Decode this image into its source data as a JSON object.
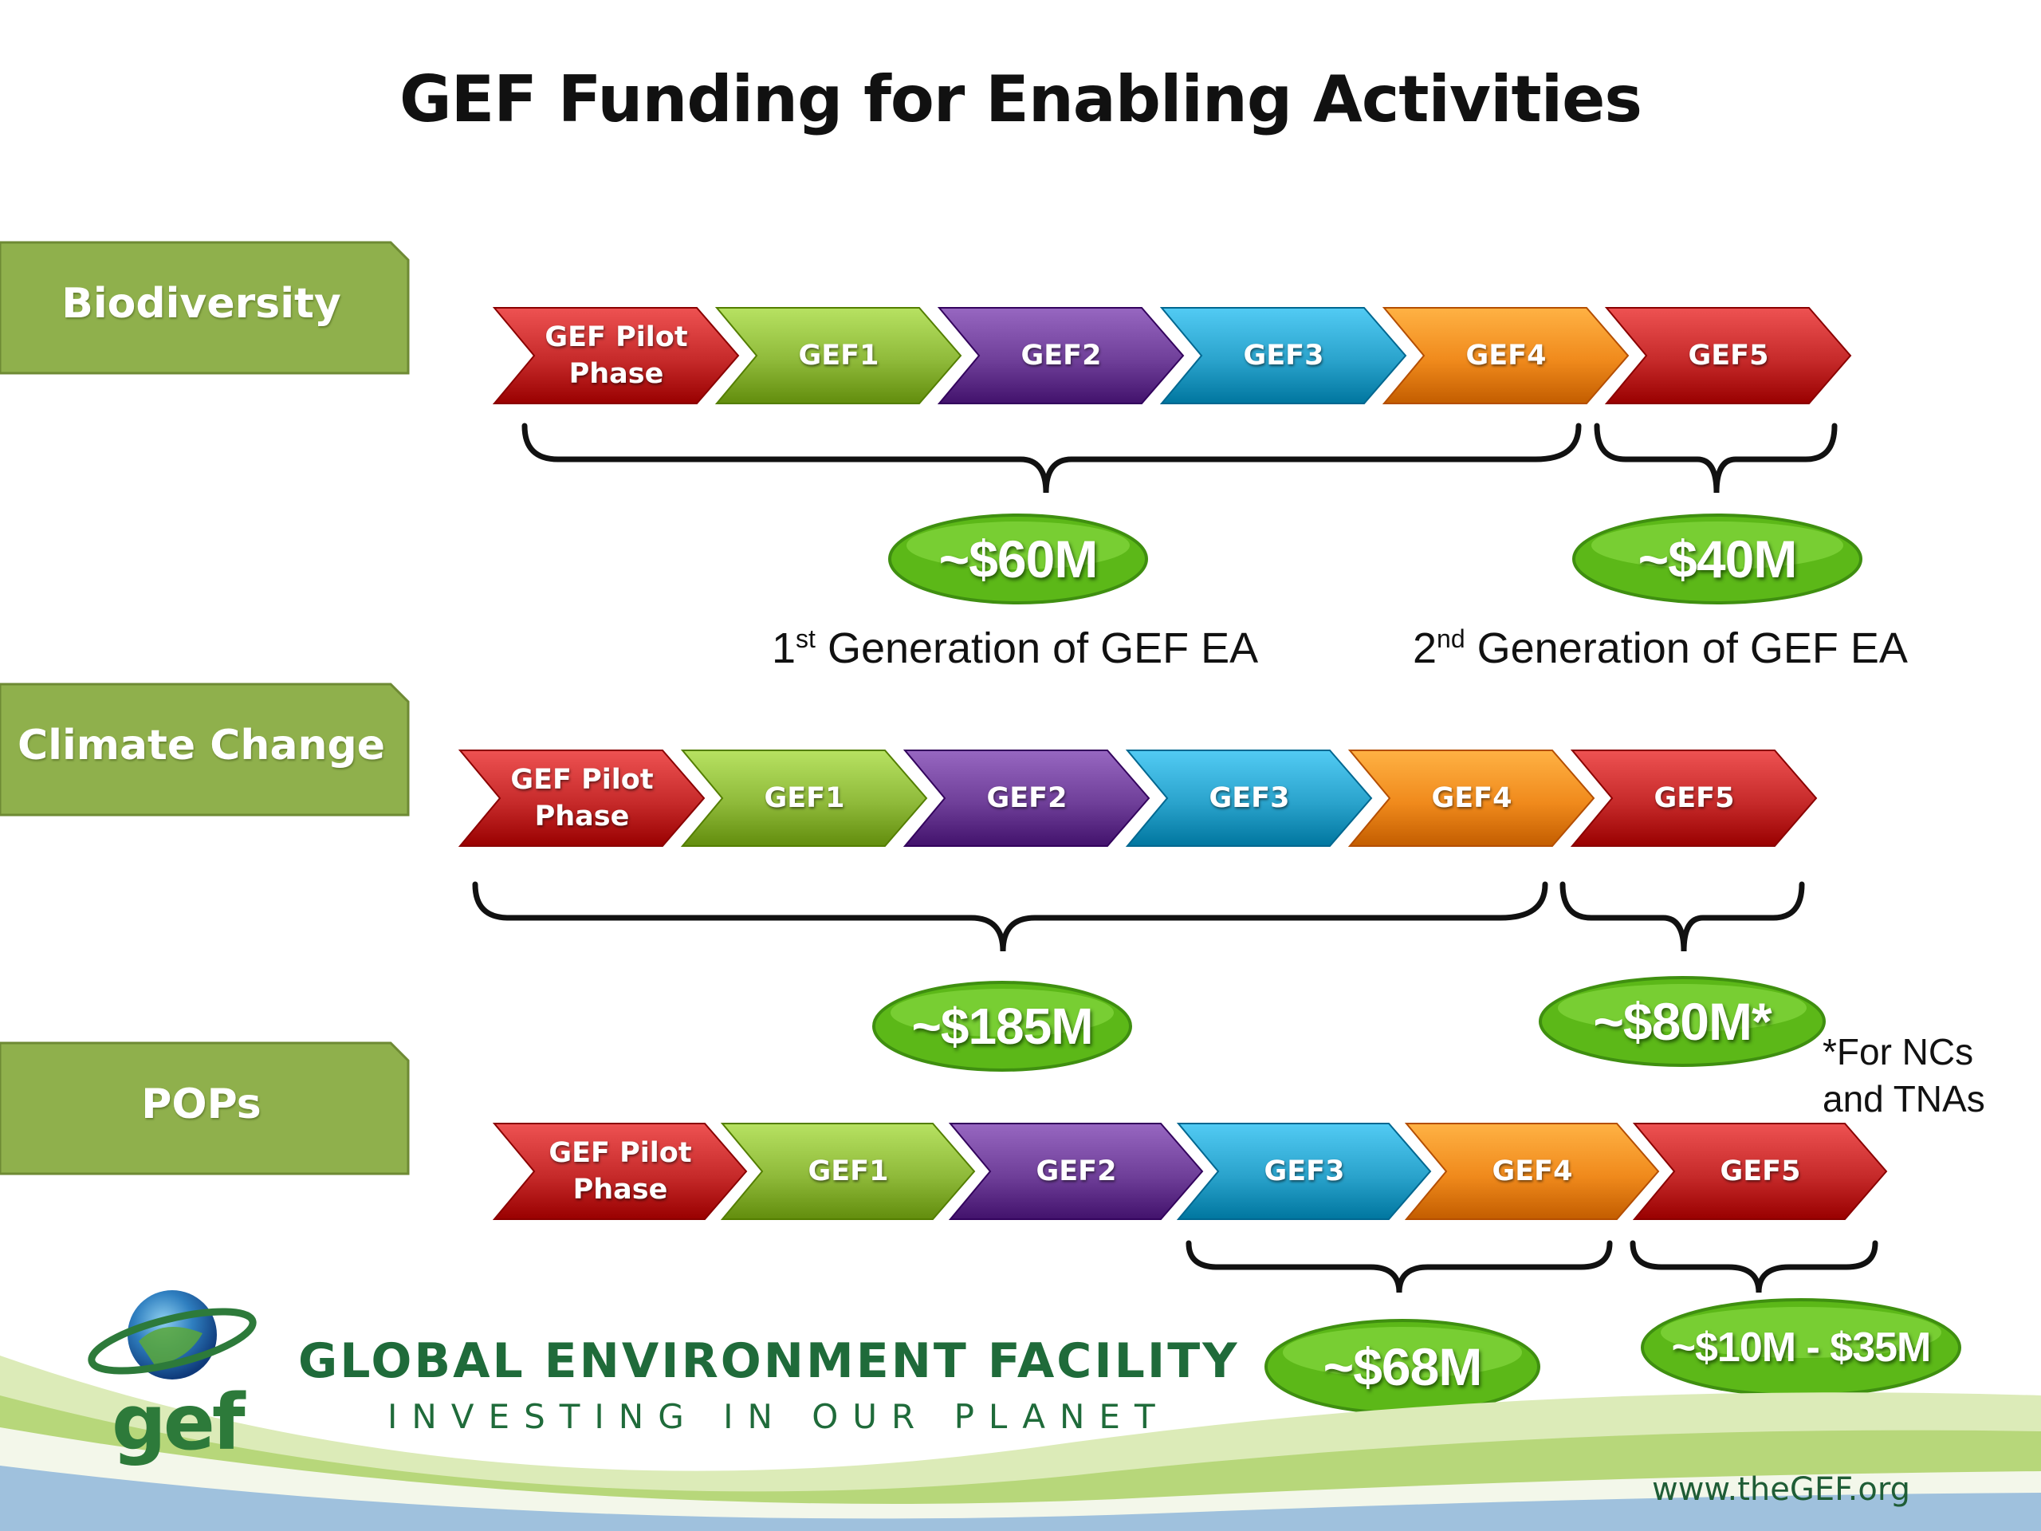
{
  "title": "GEF Funding for Enabling Activities",
  "colors": {
    "red": "#c62a2a",
    "green": "#8fba3a",
    "purple": "#6f3f99",
    "cyan": "#2aa3cc",
    "orange": "#f08a1c",
    "category_tab": "#8fb04c",
    "pill": "#6fcd22",
    "brand_green": "#1f6b3a"
  },
  "rows": [
    {
      "category": "Biodiversity",
      "phases": [
        {
          "label": "GEF Pilot\nPhase",
          "color": "red"
        },
        {
          "label": "GEF1",
          "color": "green"
        },
        {
          "label": "GEF2",
          "color": "purple"
        },
        {
          "label": "GEF3",
          "color": "cyan"
        },
        {
          "label": "GEF4",
          "color": "orange"
        },
        {
          "label": "GEF5",
          "color": "red"
        }
      ],
      "amounts": [
        "~$60M",
        "~$40M"
      ]
    },
    {
      "category": "Climate Change",
      "phases": [
        {
          "label": "GEF Pilot\nPhase",
          "color": "red"
        },
        {
          "label": "GEF1",
          "color": "green"
        },
        {
          "label": "GEF2",
          "color": "purple"
        },
        {
          "label": "GEF3",
          "color": "cyan"
        },
        {
          "label": "GEF4",
          "color": "orange"
        },
        {
          "label": "GEF5",
          "color": "red"
        }
      ],
      "amounts": [
        "~$185M",
        "~$80M*"
      ]
    },
    {
      "category": "POPs",
      "phases": [
        {
          "label": "GEF Pilot\nPhase",
          "color": "red"
        },
        {
          "label": "GEF1",
          "color": "green"
        },
        {
          "label": "GEF2",
          "color": "purple"
        },
        {
          "label": "GEF3",
          "color": "cyan"
        },
        {
          "label": "GEF4",
          "color": "orange"
        },
        {
          "label": "GEF5",
          "color": "red"
        }
      ],
      "amounts": [
        "~$68M",
        "~$10M - $35M"
      ]
    }
  ],
  "generations": {
    "first_num": "1",
    "first_sup": "st",
    "first_text": " Generation of GEF EA",
    "second_num": "2",
    "second_sup": "nd",
    "second_text": " Generation of GEF EA"
  },
  "footnote": "*For NCs and TNAs",
  "footer": {
    "org_name": "GLOBAL ENVIRONMENT FACILITY",
    "tagline": "INVESTING IN OUR PLANET",
    "logo_text": "gef",
    "website": "www.theGEF.org",
    "logo_icon": "globe-with-ring-icon"
  }
}
